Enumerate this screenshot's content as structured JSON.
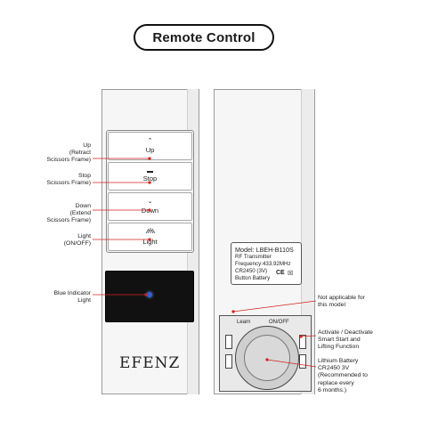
{
  "title": "Remote Control",
  "front": {
    "buttons": [
      {
        "label": "Up",
        "icon": "chevron-up"
      },
      {
        "label": "Stop",
        "icon": "stop-bar"
      },
      {
        "label": "Down",
        "icon": "chevron-down"
      },
      {
        "label": "Light",
        "icon": "light-rays"
      }
    ],
    "brand": "EFENZ"
  },
  "callouts_left": [
    {
      "lines": [
        "Up",
        "(Retract",
        "Scissors Frame)"
      ]
    },
    {
      "lines": [
        "Stop",
        "Scissors Frame)"
      ]
    },
    {
      "lines": [
        "Down",
        "(Extend",
        "Scissors Frame)"
      ]
    },
    {
      "lines": [
        "Light",
        "(ON/OFF)"
      ]
    },
    {
      "lines": [
        "Blue Indicator",
        "Light"
      ]
    }
  ],
  "back": {
    "model": "Model: LBEH-B110S",
    "lines": [
      "RF Transmitter",
      "Frequency:433.92MHz",
      "CR2450 (3V)",
      "Button Battery"
    ],
    "learn": "Learn",
    "onoff": "ON/OFF"
  },
  "callouts_right": [
    {
      "lines": [
        "Not applicable for",
        "this model"
      ]
    },
    {
      "lines": [
        "Activate / Deactivate",
        "Smart Start and",
        "Lifting Function"
      ]
    },
    {
      "lines": [
        "Lithium Battery",
        "CR2450 3V",
        "(Recommended to",
        "replace every",
        "6 months.)"
      ]
    }
  ],
  "colors": {
    "callout_line": "#d22222",
    "led": "#2f5fd8",
    "display": "#111111"
  }
}
